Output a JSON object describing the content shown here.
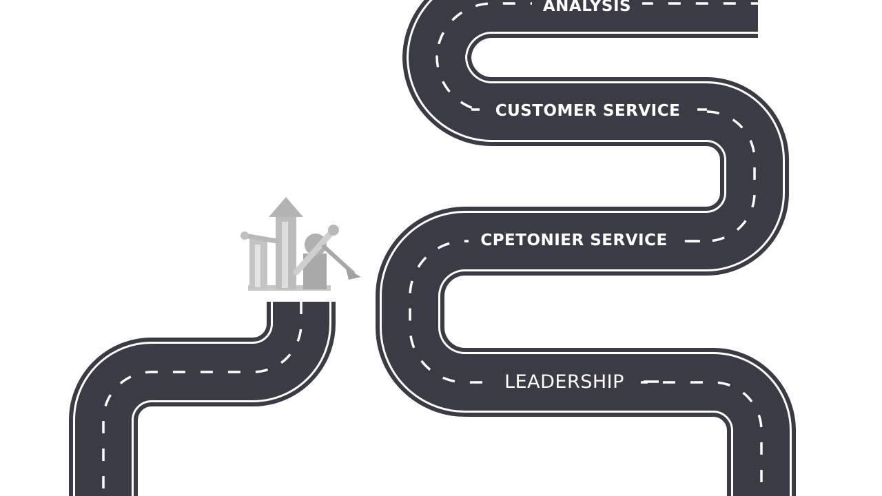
{
  "diagram": {
    "type": "winding-road-roadmap",
    "road_color": "#3a3b45",
    "edge_color": "#ffffff",
    "lane_dash_color": "#ffffff",
    "background_color": "#ffffff",
    "icon_color": "#b5b5b5",
    "milestones": [
      {
        "label": "ANALYSIS"
      },
      {
        "label": "CUSTOMER SERVICE"
      },
      {
        "label": "CPETONIER SERVICE"
      },
      {
        "label": "LEADERSHIP"
      }
    ],
    "start_icon": "growth-chart-arrow-icon"
  }
}
